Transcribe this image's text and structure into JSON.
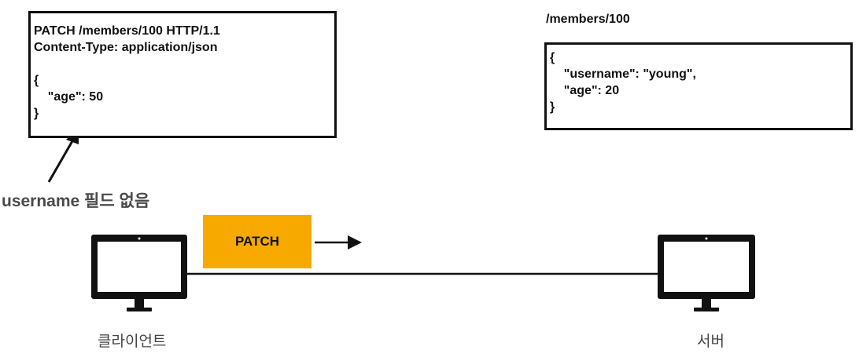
{
  "request": {
    "lines": [
      "PATCH /members/100 HTTP/1.1",
      "Content-Type: application/json",
      "",
      "{",
      "    \"age\": 50",
      "}"
    ]
  },
  "annotation": {
    "text": "username 필드 없음"
  },
  "resource": {
    "path": "/members/100",
    "lines": [
      "{",
      "    \"username\": \"young\",",
      "    \"age\": 20",
      "}"
    ]
  },
  "method_badge": {
    "label": "PATCH",
    "color": "#f7a900"
  },
  "client": {
    "label": "클라이언트",
    "icon": "monitor-icon"
  },
  "server": {
    "label": "서버",
    "icon": "monitor-icon"
  }
}
